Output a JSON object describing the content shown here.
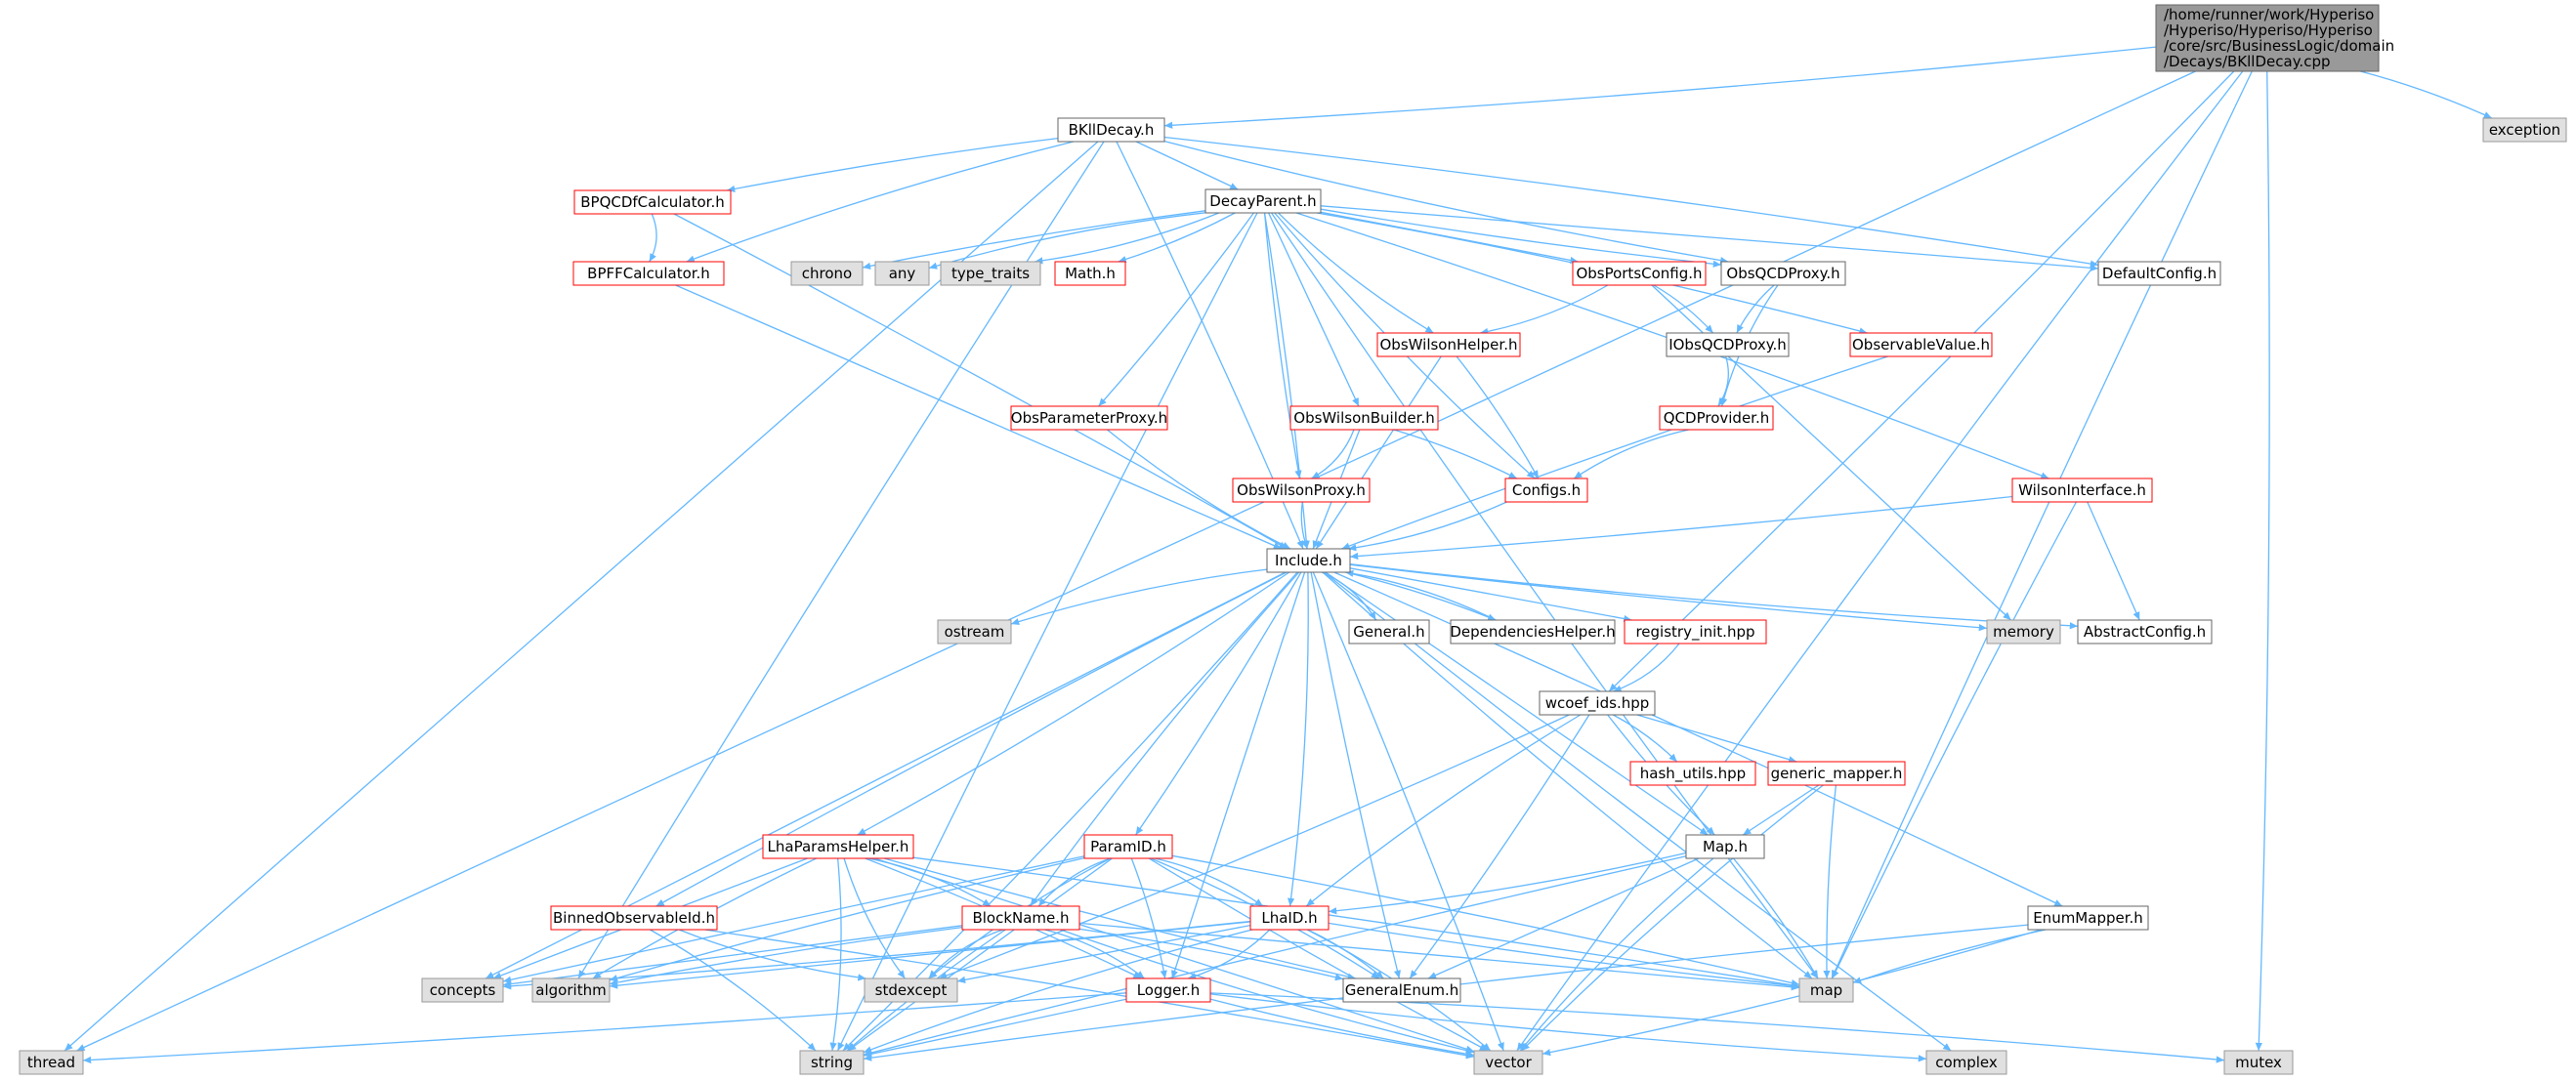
{
  "colors": {
    "edge": "#63b8ff",
    "node_border_ok": "#666666",
    "node_border_red": "#ff0000",
    "node_fill": "#ffffff",
    "system_fill": "#e0e0e0",
    "system_border": "#999999",
    "root_fill": "#999999",
    "root_border": "#666666",
    "text": "#000000"
  },
  "nodes": [
    {
      "id": "root",
      "label": "/home/runner/work/Hyperiso\n/Hyperiso/Hyperiso/Hyperiso\n/core/src/BusinessLogic/domain\n/Decays/BKllDecay.cpp",
      "kind": "root"
    },
    {
      "id": "bkll",
      "label": "BKllDecay.h",
      "kind": "ok"
    },
    {
      "id": "exception",
      "label": "exception",
      "kind": "sys"
    },
    {
      "id": "decayparent",
      "label": "DecayParent.h",
      "kind": "ok"
    },
    {
      "id": "bpqcdf",
      "label": "BPQCDfCalculator.h",
      "kind": "red"
    },
    {
      "id": "bpff",
      "label": "BPFFCalculator.h",
      "kind": "red"
    },
    {
      "id": "defaultconfig",
      "label": "DefaultConfig.h",
      "kind": "ok"
    },
    {
      "id": "chrono",
      "label": "chrono",
      "kind": "sys"
    },
    {
      "id": "any",
      "label": "any",
      "kind": "sys"
    },
    {
      "id": "typetraits",
      "label": "type_traits",
      "kind": "sys"
    },
    {
      "id": "math",
      "label": "Math.h",
      "kind": "red"
    },
    {
      "id": "obsports",
      "label": "ObsPortsConfig.h",
      "kind": "red"
    },
    {
      "id": "obsqcdproxy",
      "label": "ObsQCDProxy.h",
      "kind": "ok"
    },
    {
      "id": "obswilsonhelper",
      "label": "ObsWilsonHelper.h",
      "kind": "red"
    },
    {
      "id": "iobsqcdproxy",
      "label": "IObsQCDProxy.h",
      "kind": "ok"
    },
    {
      "id": "observablevalue",
      "label": "ObservableValue.h",
      "kind": "red"
    },
    {
      "id": "obsparamproxy",
      "label": "ObsParameterProxy.h",
      "kind": "red"
    },
    {
      "id": "obswilsonbuilder",
      "label": "ObsWilsonBuilder.h",
      "kind": "red"
    },
    {
      "id": "qcdprovider",
      "label": "QCDProvider.h",
      "kind": "red"
    },
    {
      "id": "obswilsonproxy",
      "label": "ObsWilsonProxy.h",
      "kind": "red"
    },
    {
      "id": "configs",
      "label": "Configs.h",
      "kind": "red"
    },
    {
      "id": "wilsoninterface",
      "label": "WilsonInterface.h",
      "kind": "red"
    },
    {
      "id": "include",
      "label": "Include.h",
      "kind": "ok"
    },
    {
      "id": "ostream",
      "label": "ostream",
      "kind": "sys"
    },
    {
      "id": "general",
      "label": "General.h",
      "kind": "ok"
    },
    {
      "id": "dependencies",
      "label": "DependenciesHelper.h",
      "kind": "ok"
    },
    {
      "id": "registry",
      "label": "registry_init.hpp",
      "kind": "red"
    },
    {
      "id": "memory",
      "label": "memory",
      "kind": "sys"
    },
    {
      "id": "abstractconfig",
      "label": "AbstractConfig.h",
      "kind": "ok"
    },
    {
      "id": "wcoef",
      "label": "wcoef_ids.hpp",
      "kind": "ok"
    },
    {
      "id": "hashutils",
      "label": "hash_utils.hpp",
      "kind": "red"
    },
    {
      "id": "genericmapper",
      "label": "generic_mapper.h",
      "kind": "red"
    },
    {
      "id": "lhaparams",
      "label": "LhaParamsHelper.h",
      "kind": "red"
    },
    {
      "id": "paramid",
      "label": "ParamID.h",
      "kind": "red"
    },
    {
      "id": "maph",
      "label": "Map.h",
      "kind": "ok"
    },
    {
      "id": "binnedobs",
      "label": "BinnedObservableId.h",
      "kind": "red"
    },
    {
      "id": "blockname",
      "label": "BlockName.h",
      "kind": "red"
    },
    {
      "id": "lhaid",
      "label": "LhaID.h",
      "kind": "red"
    },
    {
      "id": "enummapper",
      "label": "EnumMapper.h",
      "kind": "ok"
    },
    {
      "id": "concepts",
      "label": "concepts",
      "kind": "sys"
    },
    {
      "id": "algorithm",
      "label": "algorithm",
      "kind": "sys"
    },
    {
      "id": "stdexcept",
      "label": "stdexcept",
      "kind": "sys"
    },
    {
      "id": "generalenum",
      "label": "GeneralEnum.h",
      "kind": "ok"
    },
    {
      "id": "map",
      "label": "map",
      "kind": "sys"
    },
    {
      "id": "logger",
      "label": "Logger.h",
      "kind": "red"
    },
    {
      "id": "thread",
      "label": "thread",
      "kind": "sys"
    },
    {
      "id": "string",
      "label": "string",
      "kind": "sys"
    },
    {
      "id": "vector",
      "label": "vector",
      "kind": "sys"
    },
    {
      "id": "complex",
      "label": "complex",
      "kind": "sys"
    },
    {
      "id": "mutex",
      "label": "mutex",
      "kind": "sys"
    }
  ],
  "edges": [
    [
      "root",
      "bkll"
    ],
    [
      "root",
      "exception"
    ],
    [
      "root",
      "thread"
    ],
    [
      "root",
      "map"
    ],
    [
      "root",
      "vector"
    ],
    [
      "root",
      "mutex"
    ],
    [
      "root",
      "wcoef"
    ],
    [
      "bkll",
      "decayparent"
    ],
    [
      "bkll",
      "bpqcdf"
    ],
    [
      "bkll",
      "bpff"
    ],
    [
      "bkll",
      "defaultconfig"
    ],
    [
      "bkll",
      "include"
    ],
    [
      "bkll",
      "thread"
    ],
    [
      "bkll",
      "algorithm"
    ],
    [
      "bkll",
      "obsqcdproxy"
    ],
    [
      "bpqcdf",
      "bpff"
    ],
    [
      "bpqcdf",
      "include"
    ],
    [
      "bpff",
      "include"
    ],
    [
      "decayparent",
      "chrono"
    ],
    [
      "decayparent",
      "any"
    ],
    [
      "decayparent",
      "typetraits"
    ],
    [
      "decayparent",
      "math"
    ],
    [
      "decayparent",
      "obsports"
    ],
    [
      "decayparent",
      "obsqcdproxy"
    ],
    [
      "decayparent",
      "obswilsonhelper"
    ],
    [
      "decayparent",
      "observablevalue"
    ],
    [
      "decayparent",
      "obsparamproxy"
    ],
    [
      "decayparent",
      "obswilsonbuilder"
    ],
    [
      "decayparent",
      "obswilsonproxy"
    ],
    [
      "decayparent",
      "configs"
    ],
    [
      "decayparent",
      "wilsoninterface"
    ],
    [
      "decayparent",
      "include"
    ],
    [
      "decayparent",
      "defaultconfig"
    ],
    [
      "decayparent",
      "string"
    ],
    [
      "decayparent",
      "map"
    ],
    [
      "obsports",
      "obswilsonhelper"
    ],
    [
      "obsports",
      "iobsqcdproxy"
    ],
    [
      "obsports",
      "memory"
    ],
    [
      "obsqcdproxy",
      "iobsqcdproxy"
    ],
    [
      "obsqcdproxy",
      "qcdprovider"
    ],
    [
      "iobsqcdproxy",
      "qcdprovider"
    ],
    [
      "obswilsonhelper",
      "configs"
    ],
    [
      "obswilsonhelper",
      "include"
    ],
    [
      "observablevalue",
      "include"
    ],
    [
      "obsparamproxy",
      "include"
    ],
    [
      "obswilsonbuilder",
      "obswilsonproxy"
    ],
    [
      "obswilsonbuilder",
      "configs"
    ],
    [
      "obswilsonbuilder",
      "include"
    ],
    [
      "obswilsonproxy",
      "include"
    ],
    [
      "qcdprovider",
      "configs"
    ],
    [
      "configs",
      "include"
    ],
    [
      "wilsoninterface",
      "include"
    ],
    [
      "wilsoninterface",
      "abstractconfig"
    ],
    [
      "wilsoninterface",
      "map"
    ],
    [
      "include",
      "ostream"
    ],
    [
      "include",
      "general"
    ],
    [
      "include",
      "dependencies"
    ],
    [
      "include",
      "registry"
    ],
    [
      "include",
      "memory"
    ],
    [
      "include",
      "abstractconfig"
    ],
    [
      "include",
      "lhaparams"
    ],
    [
      "include",
      "paramid"
    ],
    [
      "include",
      "maph"
    ],
    [
      "include",
      "binnedobs"
    ],
    [
      "include",
      "blockname"
    ],
    [
      "include",
      "lhaid"
    ],
    [
      "include",
      "enummapper"
    ],
    [
      "include",
      "logger"
    ],
    [
      "include",
      "generalenum"
    ],
    [
      "include",
      "map"
    ],
    [
      "include",
      "string"
    ],
    [
      "include",
      "vector"
    ],
    [
      "include",
      "concepts"
    ],
    [
      "include",
      "complex"
    ],
    [
      "dependencies",
      "include"
    ],
    [
      "registry",
      "wcoef"
    ],
    [
      "wcoef",
      "hashutils"
    ],
    [
      "wcoef",
      "genericmapper"
    ],
    [
      "wcoef",
      "maph"
    ],
    [
      "wcoef",
      "lhaid"
    ],
    [
      "wcoef",
      "stdexcept"
    ],
    [
      "wcoef",
      "generalenum"
    ],
    [
      "genericmapper",
      "maph"
    ],
    [
      "genericmapper",
      "map"
    ],
    [
      "genericmapper",
      "vector"
    ],
    [
      "maph",
      "lhaid"
    ],
    [
      "maph",
      "map"
    ],
    [
      "maph",
      "generalenum"
    ],
    [
      "maph",
      "string"
    ],
    [
      "maph",
      "vector"
    ],
    [
      "lhaparams",
      "blockname"
    ],
    [
      "lhaparams",
      "logger"
    ],
    [
      "lhaparams",
      "concepts"
    ],
    [
      "lhaparams",
      "algorithm"
    ],
    [
      "lhaparams",
      "stdexcept"
    ],
    [
      "lhaparams",
      "string"
    ],
    [
      "lhaparams",
      "map"
    ],
    [
      "lhaparams",
      "vector"
    ],
    [
      "lhaparams",
      "generalenum"
    ],
    [
      "paramid",
      "blockname"
    ],
    [
      "paramid",
      "lhaid"
    ],
    [
      "paramid",
      "logger"
    ],
    [
      "paramid",
      "concepts"
    ],
    [
      "paramid",
      "algorithm"
    ],
    [
      "paramid",
      "stdexcept"
    ],
    [
      "paramid",
      "generalenum"
    ],
    [
      "paramid",
      "map"
    ],
    [
      "paramid",
      "string"
    ],
    [
      "paramid",
      "vector"
    ],
    [
      "binnedobs",
      "stdexcept"
    ],
    [
      "binnedobs",
      "string"
    ],
    [
      "binnedobs",
      "vector"
    ],
    [
      "blockname",
      "concepts"
    ],
    [
      "blockname",
      "algorithm"
    ],
    [
      "blockname",
      "stdexcept"
    ],
    [
      "blockname",
      "logger"
    ],
    [
      "blockname",
      "generalenum"
    ],
    [
      "blockname",
      "map"
    ],
    [
      "blockname",
      "string"
    ],
    [
      "blockname",
      "vector"
    ],
    [
      "lhaid",
      "logger"
    ],
    [
      "lhaid",
      "generalenum"
    ],
    [
      "lhaid",
      "stdexcept"
    ],
    [
      "lhaid",
      "map"
    ],
    [
      "lhaid",
      "string"
    ],
    [
      "lhaid",
      "vector"
    ],
    [
      "lhaid",
      "concepts"
    ],
    [
      "lhaid",
      "algorithm"
    ],
    [
      "enummapper",
      "map"
    ],
    [
      "enummapper",
      "string"
    ],
    [
      "enummapper",
      "vector"
    ],
    [
      "logger",
      "thread"
    ],
    [
      "logger",
      "string"
    ],
    [
      "logger",
      "vector"
    ],
    [
      "logger",
      "complex"
    ],
    [
      "logger",
      "mutex"
    ]
  ]
}
